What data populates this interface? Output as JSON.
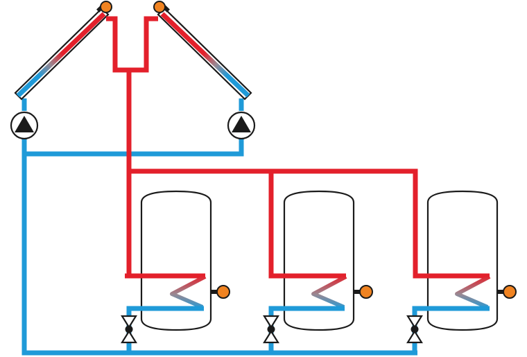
{
  "colors": {
    "hot_pipe": "#e3202b",
    "cold_pipe": "#1f9ad8",
    "outline": "#1a1a1a",
    "sensor": "#f08321",
    "background": "#ffffff"
  },
  "components": {
    "collectors": [
      "collector-left",
      "collector-right"
    ],
    "pumps": [
      "pump-left",
      "pump-right"
    ],
    "storage_tanks": [
      "storage-tank-1",
      "storage-tank-2",
      "storage-tank-3"
    ],
    "valves": [
      "zone-valve-1",
      "zone-valve-2",
      "zone-valve-3"
    ],
    "temperature_sensors": [
      "sensor-collector-left",
      "sensor-collector-right",
      "sensor-tank-1",
      "sensor-tank-2",
      "sensor-tank-3"
    ]
  }
}
